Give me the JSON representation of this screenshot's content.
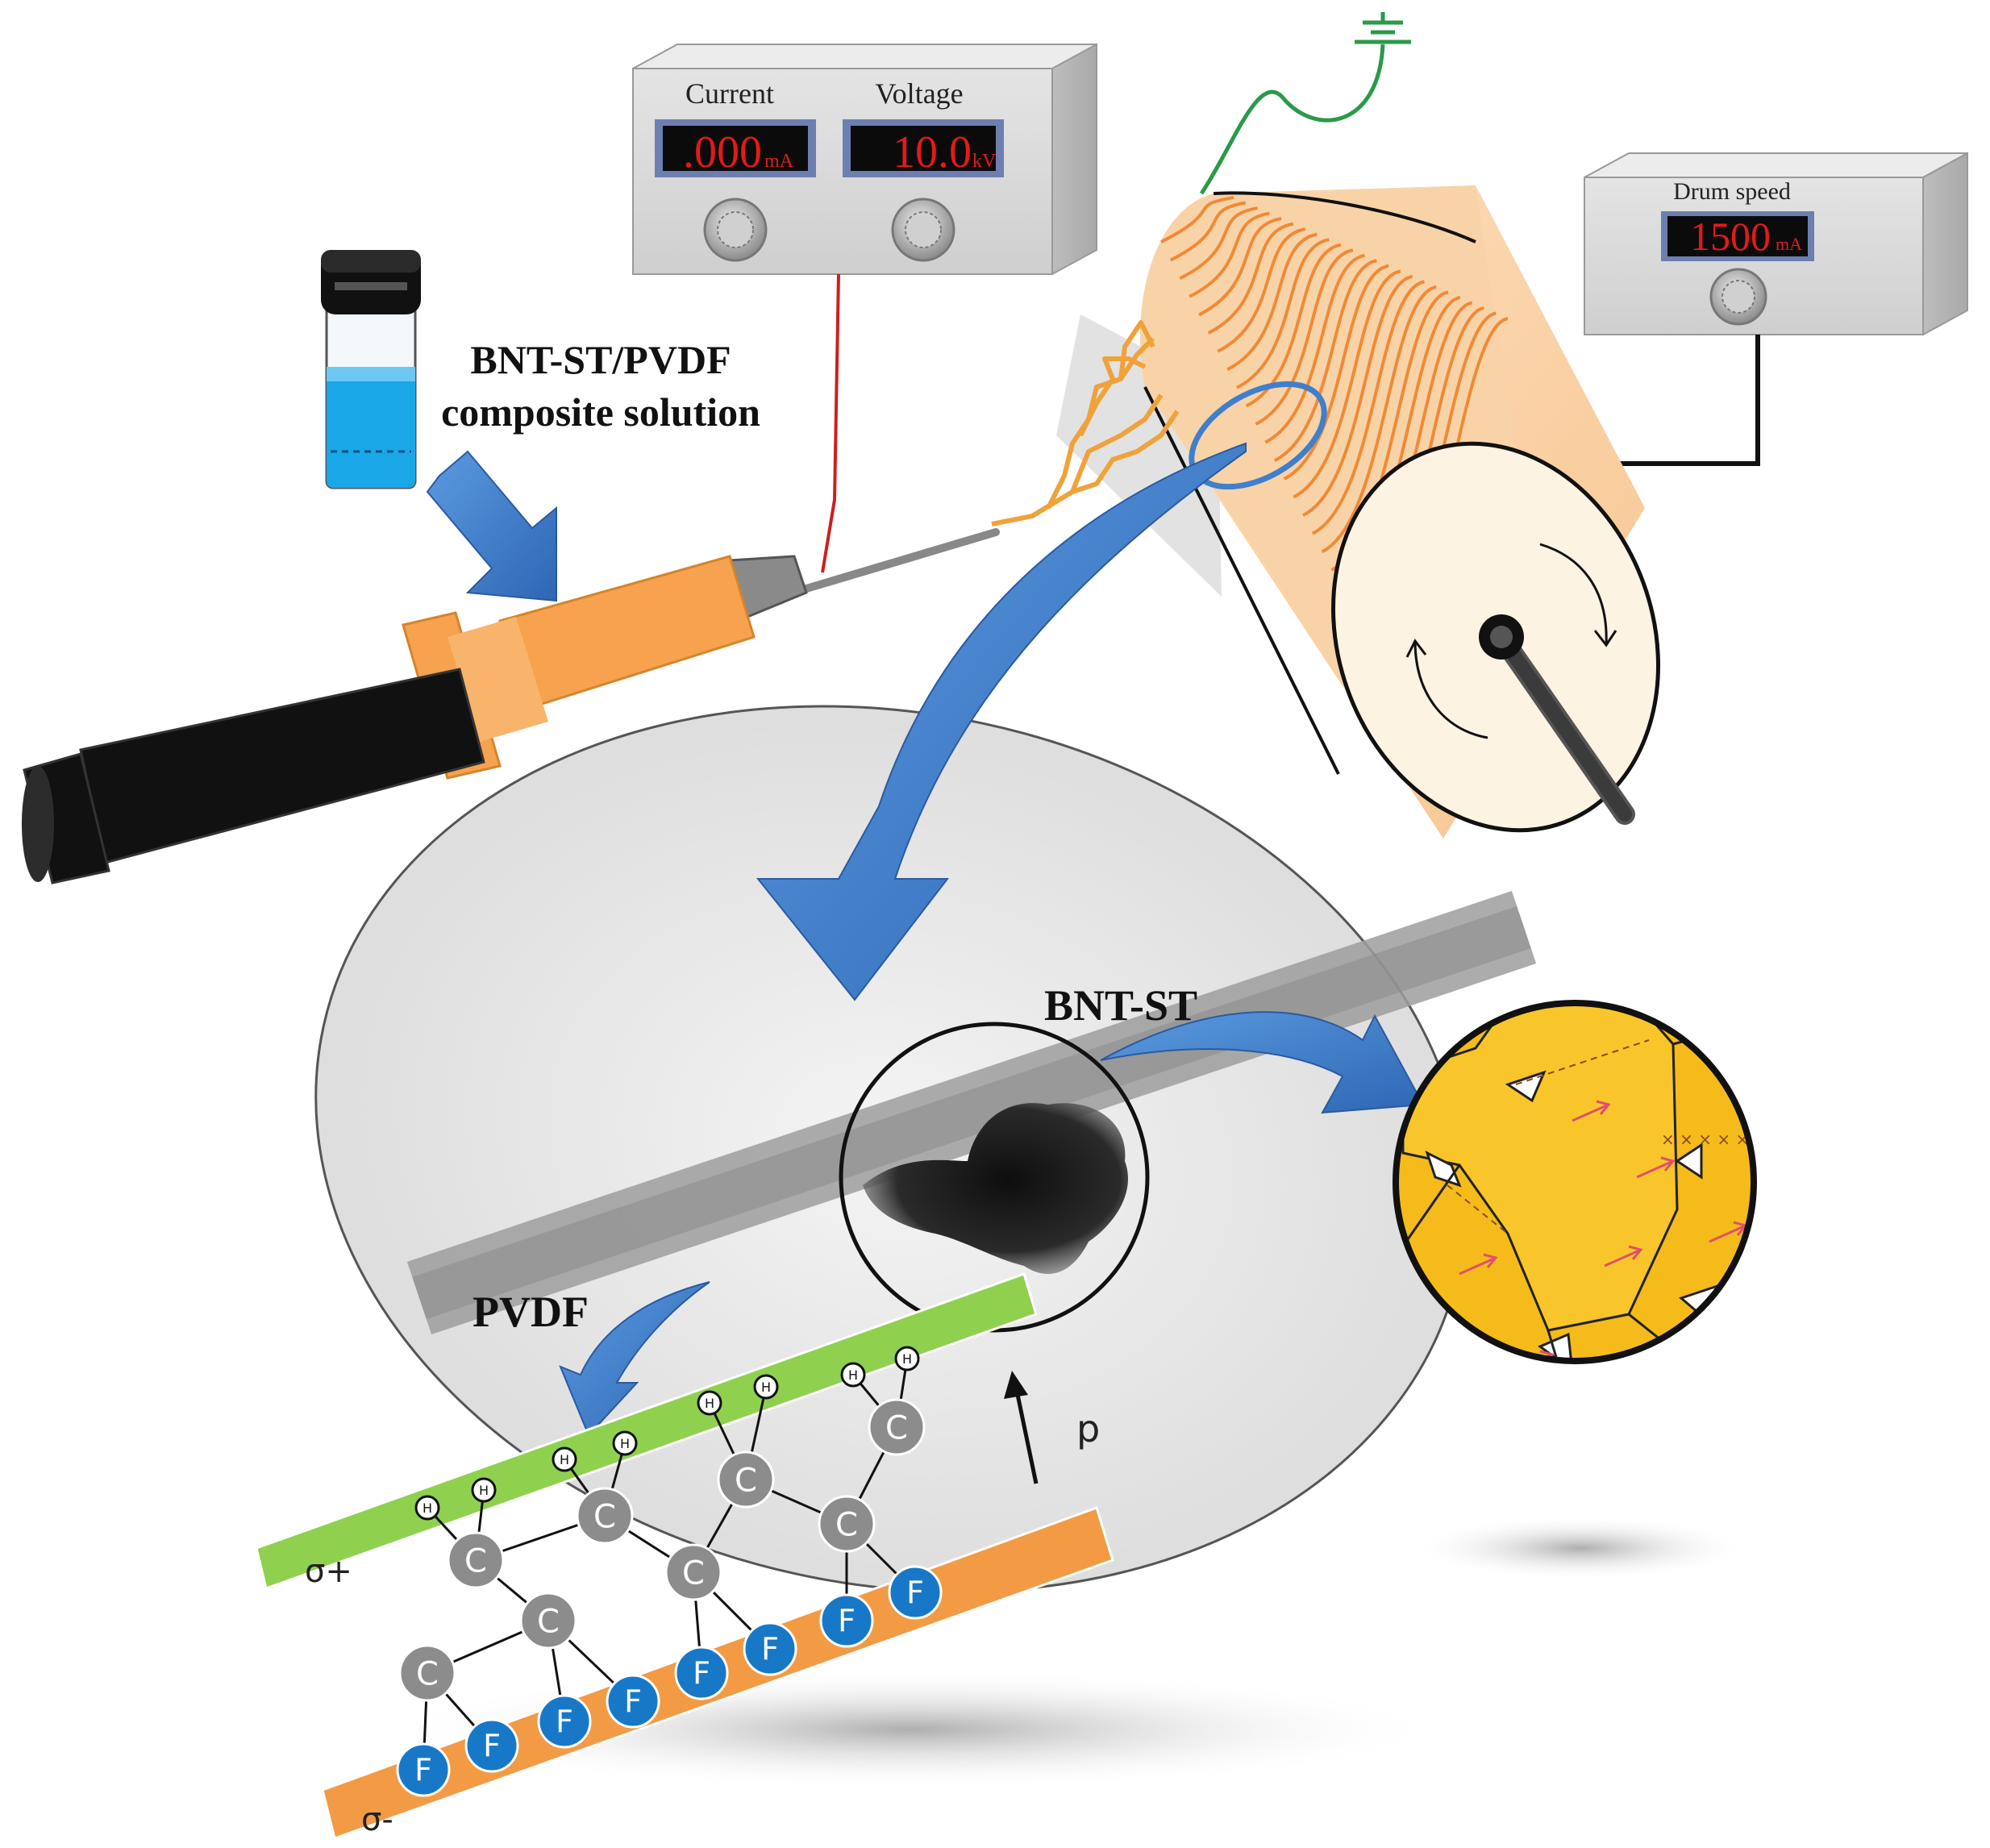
{
  "labels": {
    "solution": [
      "BNT-ST/PVDF",
      "composite solution"
    ],
    "bnt_st": "BNT-ST",
    "pvdf": "PVDF",
    "p": "p",
    "sigma_plus": "σ+",
    "sigma_minus": "σ-"
  },
  "power_supply": {
    "current_label": "Current",
    "current_value": ".000",
    "current_unit": "mA",
    "voltage_label": "Voltage",
    "voltage_value": "10.0",
    "voltage_unit": "kV"
  },
  "drum_controller": {
    "label": "Drum speed",
    "value": "1500",
    "unit": "mA"
  },
  "atoms": {
    "H": "H",
    "C": "C",
    "F": "F"
  },
  "colors": {
    "syringe_orange": "#f7a24e",
    "syringe_black": "#111111",
    "arrow_blue": "#3f7fcc",
    "fiber_orange": "#f08a36",
    "drum_face": "#fdf3e2",
    "green_band": "#8fd14f",
    "orange_band": "#f39a45",
    "carbon_gray": "#8c8c8c",
    "fluorine_blue": "#1878c8",
    "grain_yellow": "#f5bb1a",
    "display_red": "#e21a1a",
    "ground_wire": "#2a9a4a",
    "hv_wire": "#cc2020"
  }
}
